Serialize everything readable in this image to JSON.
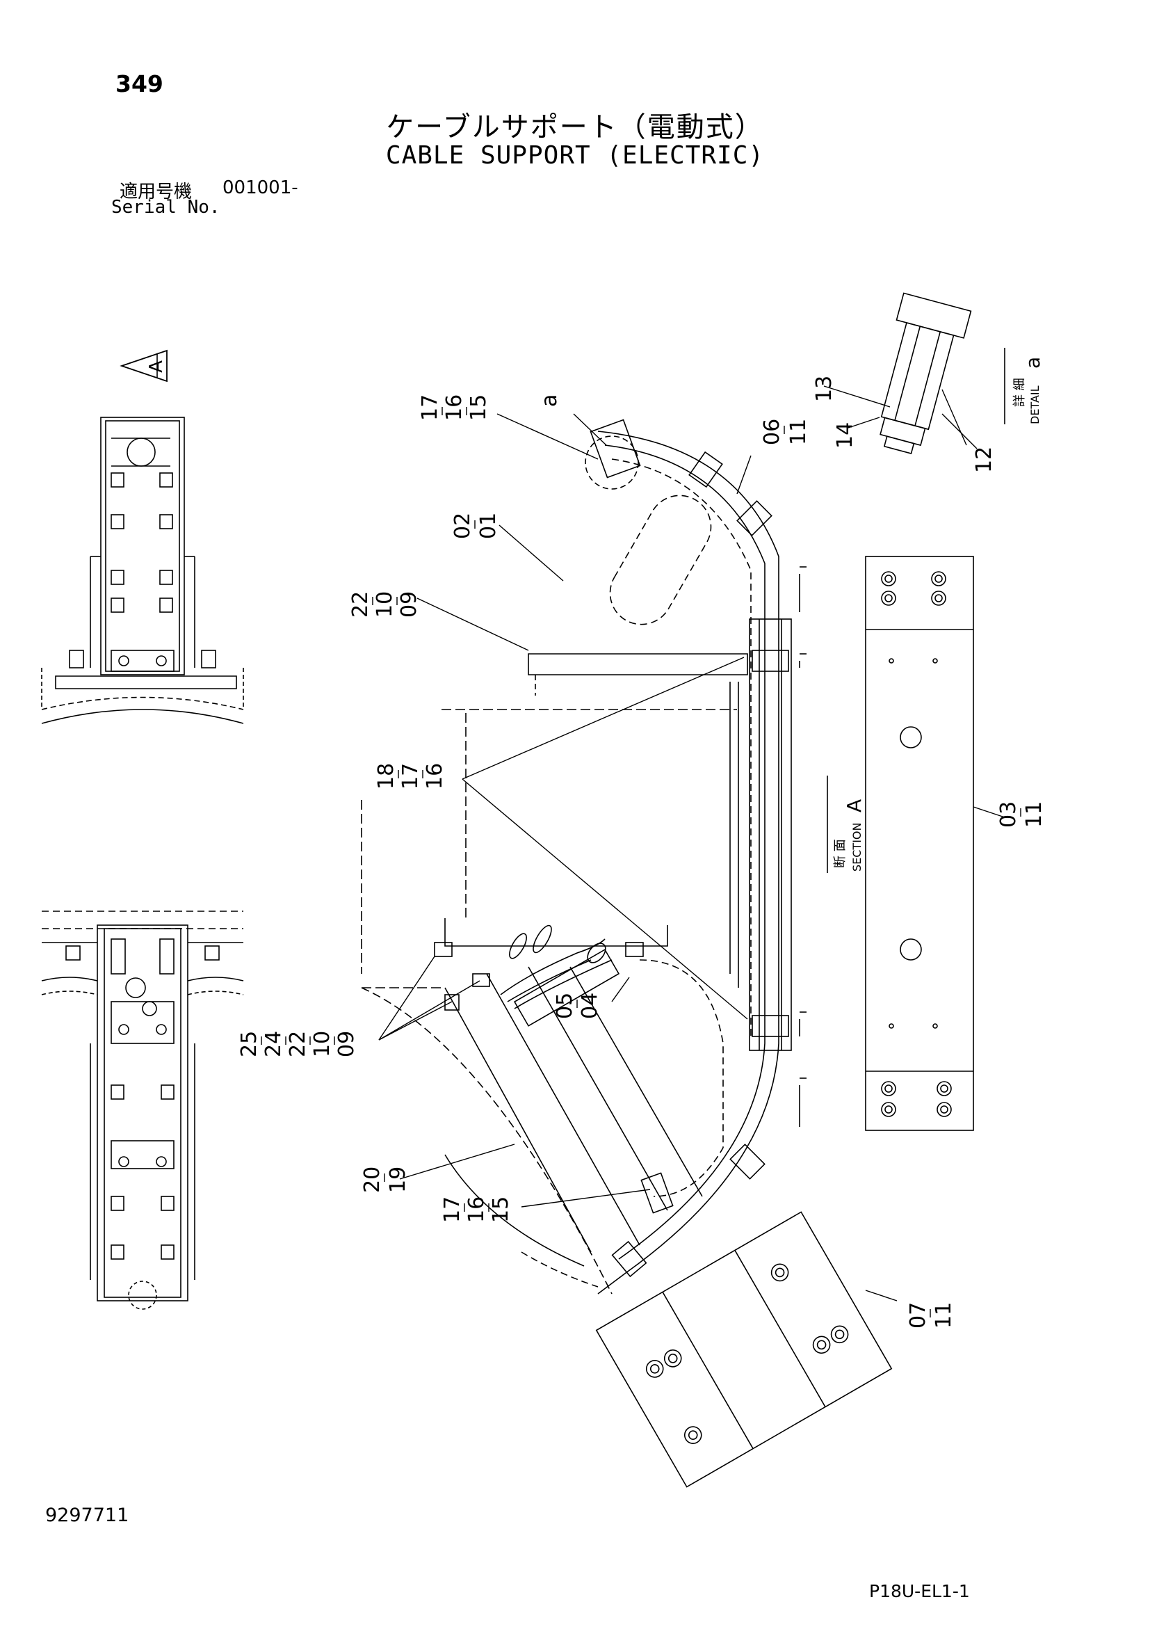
{
  "header": {
    "page_number": "349",
    "title_jp": "ケーブルサポート（電動式）",
    "title_en": "CABLE SUPPORT (ELECTRIC)",
    "serial_label_jp": "適用号機",
    "serial_value": "001001-",
    "serial_label_en": "Serial No."
  },
  "footer": {
    "doc_number": "9297711",
    "doc_code": "P18U-EL1-1"
  },
  "view_marker": {
    "label": "A"
  },
  "detail_label": {
    "jp": "詳 細",
    "en": "DETAIL",
    "letter": "a"
  },
  "section_label": {
    "jp": "断 面",
    "en": "SECTION",
    "letter": "A"
  },
  "callouts": {
    "c_17_16_15_top": [
      "17",
      "16",
      "15"
    ],
    "c_a": [
      "a"
    ],
    "c_06_11": [
      "06",
      "11"
    ],
    "c_13": [
      "13"
    ],
    "c_14": [
      "14"
    ],
    "c_12": [
      "12"
    ],
    "c_02_01": [
      "02",
      "01"
    ],
    "c_22_10_09": [
      "22",
      "10",
      "09"
    ],
    "c_18_17_16": [
      "18",
      "17",
      "16"
    ],
    "c_03_11": [
      "03",
      "11"
    ],
    "c_05_04": [
      "05",
      "04"
    ],
    "c_25_24_22_10_09": [
      "25",
      "24",
      "22",
      "10",
      "09"
    ],
    "c_20_19": [
      "20",
      "19"
    ],
    "c_17_16_15_bottom": [
      "17",
      "16",
      "15"
    ],
    "c_07_11": [
      "07",
      "11"
    ]
  },
  "colors": {
    "ink": "#000000",
    "paper": "#ffffff"
  }
}
